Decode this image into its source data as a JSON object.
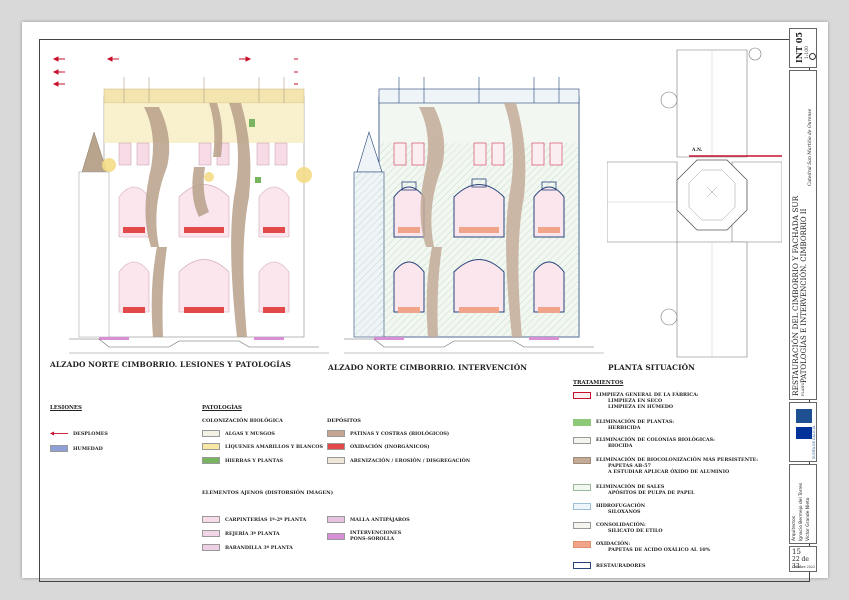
{
  "drawings": {
    "elev1_title": "ALZADO NORTE CIMBORRIO. LESIONES Y PATOLOGÍAS",
    "elev2_title": "ALZADO NORTE CIMBORRIO. INTERVENCIÓN",
    "plan_title": "PLANTA SITUACIÓN",
    "plan_marker": "A.N."
  },
  "legend": {
    "lesiones_title": "LESIONES",
    "lesiones": [
      {
        "label": "DESPLOMES",
        "color": "#c8102e"
      },
      {
        "label": "HUMEDAD",
        "color": "#8fa0d6"
      }
    ],
    "patologias_title": "PATOLOGÍAS",
    "colonizacion_title": "COLONIZACIÓN BIOLÓGICA",
    "colonizacion": [
      {
        "label": "ALGAS Y MUSGOS",
        "color": "#f3f1e3"
      },
      {
        "label": "LÍQUENES AMARILLOS Y BLANCOS",
        "color": "#f6e7a3"
      },
      {
        "label": "HIERBAS Y PLANTAS",
        "color": "#79b45f"
      }
    ],
    "depositos_title": "DEPÓSITOS",
    "depositos": [
      {
        "label": "PÁTINAS Y COSTRAS (BIOLÓGICOS)",
        "color": "#c4a592"
      },
      {
        "label": "OXIDACIÓN (INORGÁNICOS)",
        "color": "#e24a4a"
      },
      {
        "label": "ARENIZACIÓN / EROSIÓN / DISGREGACIÓN",
        "color": "#efe8d8"
      }
    ],
    "ajenos_title": "ELEMENTOS AJENOS (DISTORSIÓN IMAGEN)",
    "ajenos_left": [
      {
        "label": "CARPINTERÍAS 1ª-2ª PLANTA",
        "color": "#f6dce8"
      },
      {
        "label": "REJERÍA 3ª PLANTA",
        "color": "#f1d6e8"
      },
      {
        "label": "BARANDILLA 3ª PLANTA",
        "color": "#edcfe6"
      }
    ],
    "ajenos_right": [
      {
        "label": "MALLA ANTIPÁJAROS",
        "color": "#e7c2e0"
      },
      {
        "label": "INTERVENCIONES",
        "label2": "PONS-SOROLLA",
        "color": "#d98fd5"
      }
    ],
    "tratamientos_title": "TRATAMIENTOS",
    "tratamientos": [
      {
        "l1": "LIMPIEZA GENERAL DE LA FÁBRICA:",
        "l2": "LIMPIEZA EN SECO",
        "l3": "LIMPIEZA EN HÚMEDO",
        "color": "#fbeef0",
        "border": "#c8102e"
      },
      {
        "l1": "ELIMINACIÓN DE PLANTAS:",
        "l2": "HERBICIDA",
        "l3": "",
        "color": "#8ec97a",
        "border": "#8ec97a"
      },
      {
        "l1": "ELIMINACIÓN DE COLONIAS BIOLÓGICAS:",
        "l2": "BIOCIDA",
        "l3": "",
        "color": "#f4f3ee",
        "border": "#bbbbbb"
      },
      {
        "l1": "ELIMINACIÓN DE BIOCOLONIZACIÓN MÁS PERSISTENTE:",
        "l2": "PAPETAS AB-57",
        "l3": "A ESTUDIAR APLICAR ÓXIDO DE ALUMINIO",
        "color": "#c4ab98",
        "border": "#a08a78"
      },
      {
        "l1": "ELIMINACIÓN DE SALES",
        "l2": "APÓSITOS DE PULPA DE PAPEL",
        "l3": "",
        "color": "#f2f7f2",
        "border": "#9ab99a"
      },
      {
        "l1": "HIDROFUGACIÓN",
        "l2": "SILOXANOS",
        "l3": "",
        "color": "#eef5fb",
        "border": "#9fbfd6"
      },
      {
        "l1": "CONSOLIDACIÓN:",
        "l2": "SILICATO DE ETILO",
        "l3": "",
        "color": "#f6f4ee",
        "border": "#bbbbbb"
      },
      {
        "l1": "OXIDACIÓN:",
        "l2": "PAPETAS DE ÁCIDO OXÁLICO AL 10%",
        "l3": "",
        "color": "#f0a58a",
        "border": "#e0906f"
      },
      {
        "l1": "RESTAURADORES",
        "l2": "",
        "l3": "",
        "color": "#ffffff",
        "border": "#27457a"
      }
    ]
  },
  "titleblock": {
    "code": "INT 05",
    "scale": "1:100",
    "project": "RESTAURACIÓN DEL CIMBORRIO Y FACHADA SUR",
    "building": "Catedral San Martiño de Ourense",
    "plano_label": "PLANO",
    "plano": "PATOLOGÍAS E INTERVENCIÓN. CIMBORRIO II",
    "logo_text": "XUNTA DE GALICIA",
    "architects_label": "Arquitectos",
    "architects": [
      "Ignacio Bermejo del Torres",
      "Víctor Grande Nieto"
    ],
    "sheet_num": "15",
    "sheet_of": "22 de 33",
    "date": "Octubre 2022"
  }
}
